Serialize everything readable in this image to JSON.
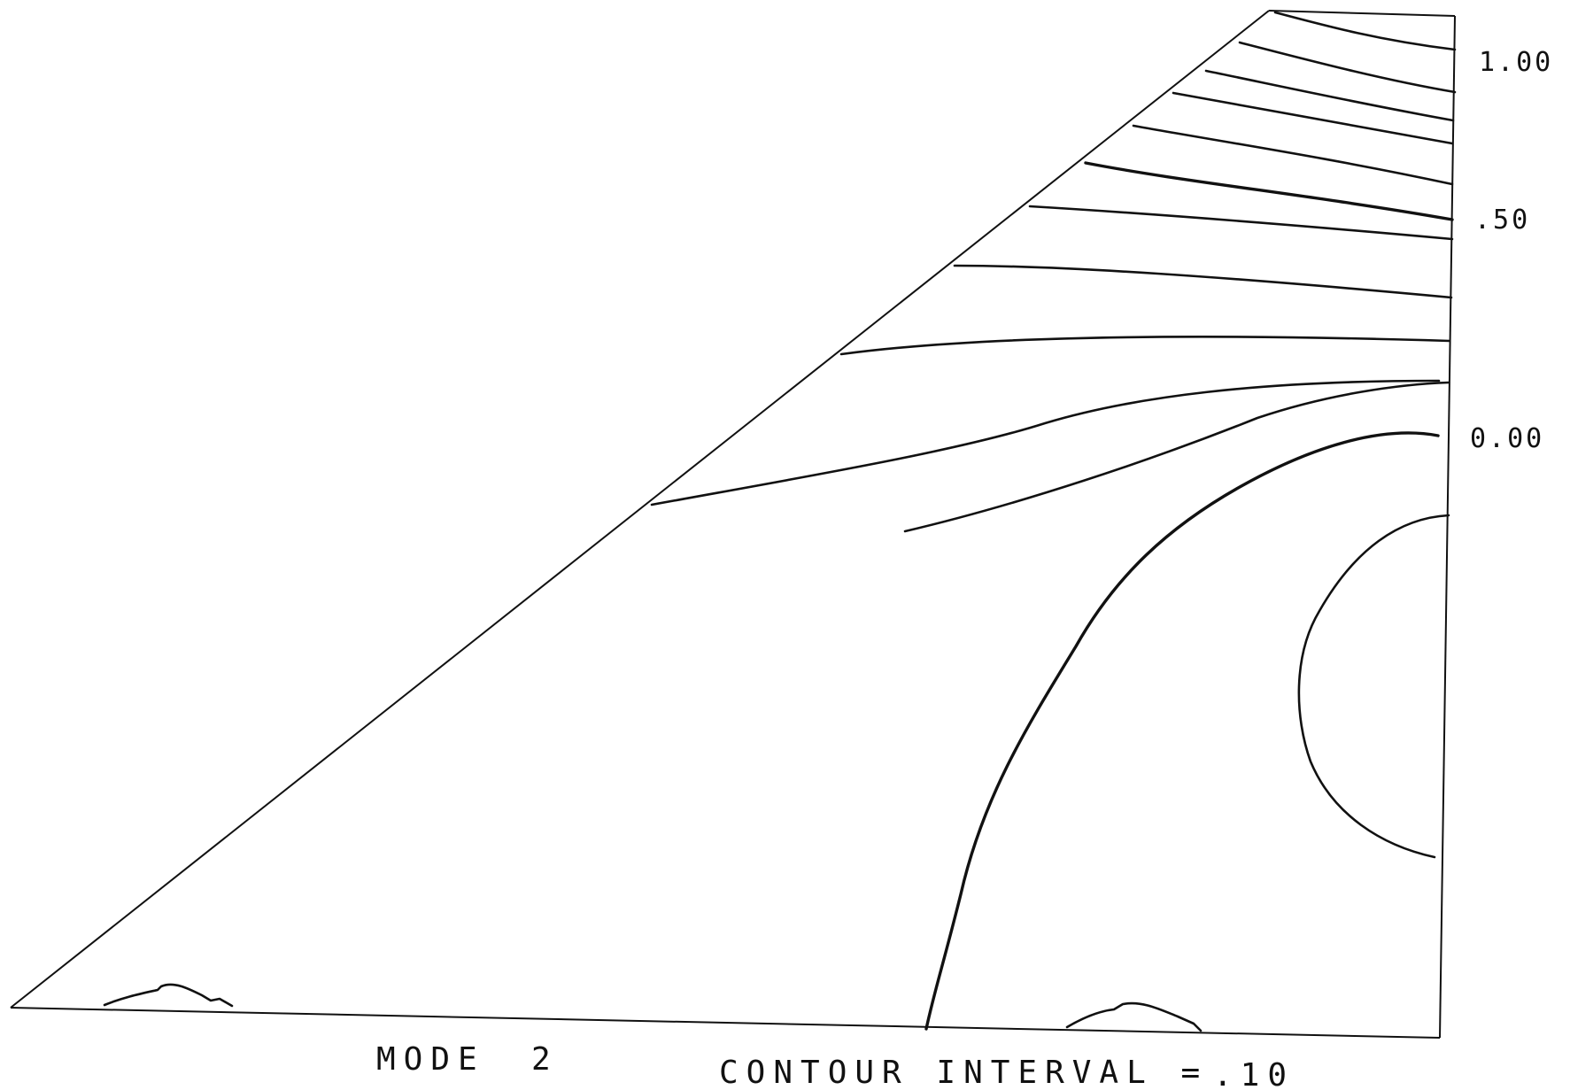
{
  "caption": {
    "mode_label": "MODE",
    "mode_value": "2",
    "interval_label": "CONTOUR INTERVAL =",
    "interval_value": ".10"
  },
  "scale": {
    "labels": [
      "1.00",
      ".50",
      "0.00"
    ]
  },
  "colors": {
    "ink": "#111111",
    "background": "#ffffff"
  }
}
